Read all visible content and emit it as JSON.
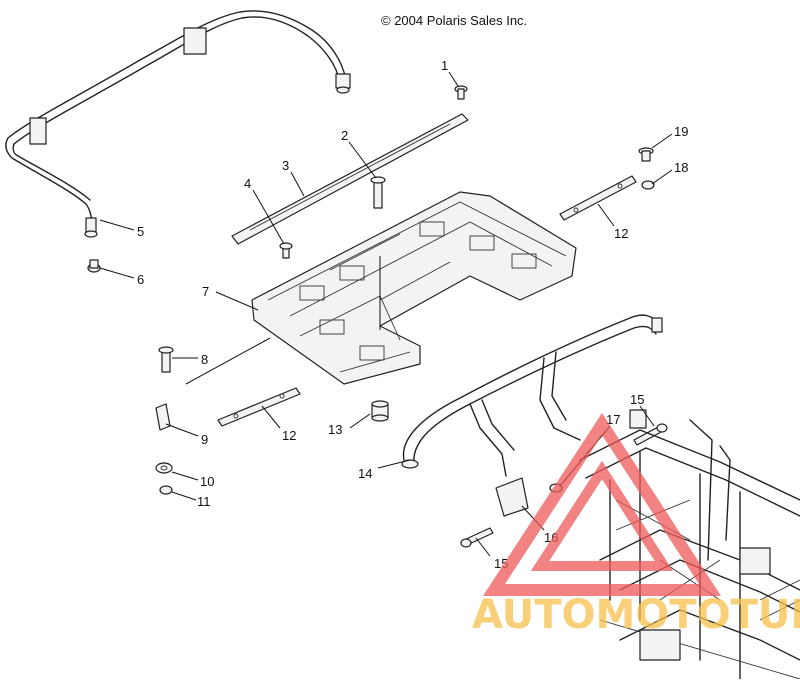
{
  "copyright": "© 2004 Polaris Sales Inc.",
  "callouts": [
    "1",
    "2",
    "3",
    "4",
    "5",
    "6",
    "7",
    "8",
    "9",
    "10",
    "11",
    "12",
    "12",
    "13",
    "14",
    "15",
    "15",
    "16",
    "17",
    "18",
    "19"
  ],
  "watermark": {
    "text": "AUTOMOTOTUBE",
    "text_color": "#f7c04a",
    "logo_color": "#f05a5a",
    "logo": "warning-triangle-logo"
  },
  "colors": {
    "line_art": "#222222",
    "background": "#ffffff"
  }
}
